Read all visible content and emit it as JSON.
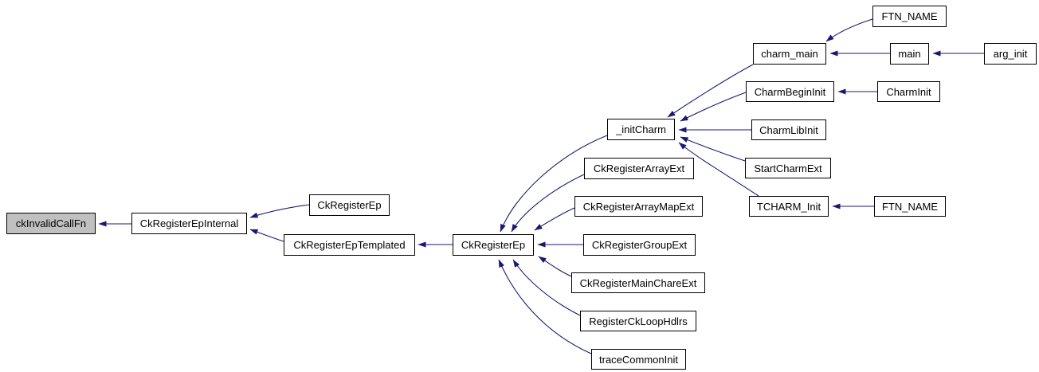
{
  "diagram": {
    "type": "call-graph",
    "description": "Doxygen-style caller graph: arrows point from caller toward callee, converging on ckInvalidCallFn",
    "colors": {
      "background": "#ffffff",
      "edge": "#191970",
      "node_border": "#000000",
      "node_fill": "#ffffff",
      "highlighted_node_fill": "#c0c0c0",
      "text": "#000000"
    },
    "nodes": [
      {
        "id": "ckInvalidCallFn",
        "label": "ckInvalidCallFn",
        "highlighted": true
      },
      {
        "id": "CkRegisterEpInternal",
        "label": "CkRegisterEpInternal",
        "highlighted": false
      },
      {
        "id": "CkRegisterEp_1",
        "label": "CkRegisterEp",
        "highlighted": false
      },
      {
        "id": "CkRegisterEpTemplated",
        "label": "CkRegisterEpTemplated",
        "highlighted": false
      },
      {
        "id": "CkRegisterEp_2",
        "label": "CkRegisterEp",
        "highlighted": false
      },
      {
        "id": "_initCharm",
        "label": "_initCharm",
        "highlighted": false
      },
      {
        "id": "CkRegisterArrayExt",
        "label": "CkRegisterArrayExt",
        "highlighted": false
      },
      {
        "id": "CkRegisterArrayMapExt",
        "label": "CkRegisterArrayMapExt",
        "highlighted": false
      },
      {
        "id": "CkRegisterGroupExt",
        "label": "CkRegisterGroupExt",
        "highlighted": false
      },
      {
        "id": "CkRegisterMainChareExt",
        "label": "CkRegisterMainChareExt",
        "highlighted": false
      },
      {
        "id": "RegisterCkLoopHdlrs",
        "label": "RegisterCkLoopHdlrs",
        "highlighted": false
      },
      {
        "id": "traceCommonInit",
        "label": "traceCommonInit",
        "highlighted": false
      },
      {
        "id": "charm_main",
        "label": "charm_main",
        "highlighted": false
      },
      {
        "id": "CharmBeginInit",
        "label": "CharmBeginInit",
        "highlighted": false
      },
      {
        "id": "CharmLibInit",
        "label": "CharmLibInit",
        "highlighted": false
      },
      {
        "id": "StartCharmExt",
        "label": "StartCharmExt",
        "highlighted": false
      },
      {
        "id": "TCHARM_Init",
        "label": "TCHARM_Init",
        "highlighted": false
      },
      {
        "id": "FTN_NAME_1",
        "label": "FTN_NAME",
        "highlighted": false
      },
      {
        "id": "main",
        "label": "main",
        "highlighted": false
      },
      {
        "id": "arg_init",
        "label": "arg_init",
        "highlighted": false
      },
      {
        "id": "CharmInit",
        "label": "CharmInit",
        "highlighted": false
      },
      {
        "id": "FTN_NAME_2",
        "label": "FTN_NAME",
        "highlighted": false
      }
    ],
    "edges": [
      {
        "from": "CkRegisterEpInternal",
        "to": "ckInvalidCallFn"
      },
      {
        "from": "CkRegisterEp_1",
        "to": "CkRegisterEpInternal"
      },
      {
        "from": "CkRegisterEpTemplated",
        "to": "CkRegisterEpInternal"
      },
      {
        "from": "CkRegisterEp_2",
        "to": "CkRegisterEpTemplated"
      },
      {
        "from": "_initCharm",
        "to": "CkRegisterEp_2"
      },
      {
        "from": "CkRegisterArrayExt",
        "to": "CkRegisterEp_2"
      },
      {
        "from": "CkRegisterArrayMapExt",
        "to": "CkRegisterEp_2"
      },
      {
        "from": "CkRegisterGroupExt",
        "to": "CkRegisterEp_2"
      },
      {
        "from": "CkRegisterMainChareExt",
        "to": "CkRegisterEp_2"
      },
      {
        "from": "RegisterCkLoopHdlrs",
        "to": "CkRegisterEp_2"
      },
      {
        "from": "traceCommonInit",
        "to": "CkRegisterEp_2"
      },
      {
        "from": "charm_main",
        "to": "_initCharm"
      },
      {
        "from": "CharmBeginInit",
        "to": "_initCharm"
      },
      {
        "from": "CharmLibInit",
        "to": "_initCharm"
      },
      {
        "from": "StartCharmExt",
        "to": "_initCharm"
      },
      {
        "from": "TCHARM_Init",
        "to": "_initCharm"
      },
      {
        "from": "FTN_NAME_1",
        "to": "charm_main"
      },
      {
        "from": "main",
        "to": "charm_main"
      },
      {
        "from": "arg_init",
        "to": "main"
      },
      {
        "from": "CharmInit",
        "to": "CharmBeginInit"
      },
      {
        "from": "FTN_NAME_2",
        "to": "TCHARM_Init"
      }
    ]
  }
}
